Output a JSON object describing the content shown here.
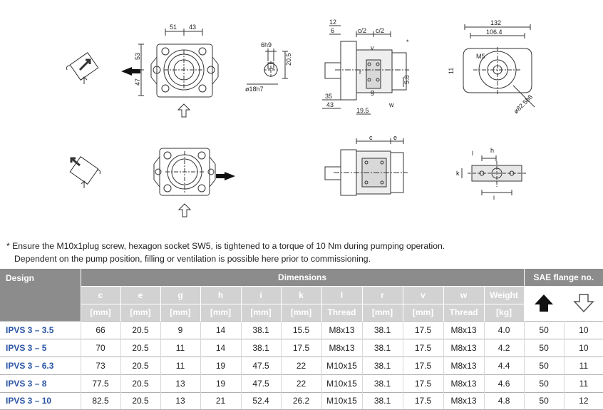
{
  "drawing_labels": {
    "d51": "51",
    "d43": "43",
    "d53": "53",
    "d47": "47",
    "d6h9": "6h9",
    "d205": "20.5",
    "d18h7": "ø18h7",
    "d12": "12",
    "d6": "6",
    "dc2a": "c/2",
    "dc2b": "c/2",
    "dv": "v",
    "dstar": "*",
    "dr": "r",
    "d58": "5.8",
    "d35": "35",
    "d43b": "43",
    "d195": "19.5",
    "dw": "w",
    "dg": "g",
    "d132": "132",
    "d1064": "106.4",
    "dM5": "M5",
    "d11": "11",
    "d825": "ø82.5h8",
    "dc": "c",
    "de": "e",
    "dl": "l",
    "dh": "h",
    "dk": "k",
    "di": "i"
  },
  "note": {
    "line1": "* Ensure the M10x1plug screw, hexagon socket SW5, is tightened to a torque of 10 Nm during pumping operation.",
    "line2": "Dependent on the pump position, filling or ventilation is possible here prior to commissioning."
  },
  "table": {
    "design_header": "Design",
    "dimensions_header": "Dimensions",
    "sae_header": "SAE flange no.",
    "columns": [
      "c",
      "e",
      "g",
      "h",
      "i",
      "k",
      "l",
      "r",
      "v",
      "w",
      "Weight"
    ],
    "units": [
      "[mm]",
      "[mm]",
      "[mm]",
      "[mm]",
      "[mm]",
      "[mm]",
      "Thread",
      "[mm]",
      "[mm]",
      "Thread",
      "[kg]"
    ],
    "rows": [
      {
        "design": "IPVS 3 – 3.5",
        "values": [
          "66",
          "20.5",
          "9",
          "14",
          "38.1",
          "15.5",
          "M8x13",
          "38.1",
          "17.5",
          "M8x13",
          "4.0"
        ],
        "sae_up": "50",
        "sae_down": "10"
      },
      {
        "design": "IPVS 3 – 5",
        "values": [
          "70",
          "20.5",
          "11",
          "14",
          "38.1",
          "17.5",
          "M8x13",
          "38.1",
          "17.5",
          "M8x13",
          "4.2"
        ],
        "sae_up": "50",
        "sae_down": "10"
      },
      {
        "design": "IPVS 3 – 6.3",
        "values": [
          "73",
          "20.5",
          "11",
          "19",
          "47.5",
          "22",
          "M10x15",
          "38.1",
          "17.5",
          "M8x13",
          "4.4"
        ],
        "sae_up": "50",
        "sae_down": "11"
      },
      {
        "design": "IPVS 3 – 8",
        "values": [
          "77.5",
          "20.5",
          "13",
          "19",
          "47.5",
          "22",
          "M10x15",
          "38.1",
          "17.5",
          "M8x13",
          "4.6"
        ],
        "sae_up": "50",
        "sae_down": "11"
      },
      {
        "design": "IPVS 3 – 10",
        "values": [
          "82.5",
          "20.5",
          "13",
          "21",
          "52.4",
          "26.2",
          "M10x15",
          "38.1",
          "17.5",
          "M8x13",
          "4.8"
        ],
        "sae_up": "50",
        "sae_down": "12"
      }
    ]
  }
}
